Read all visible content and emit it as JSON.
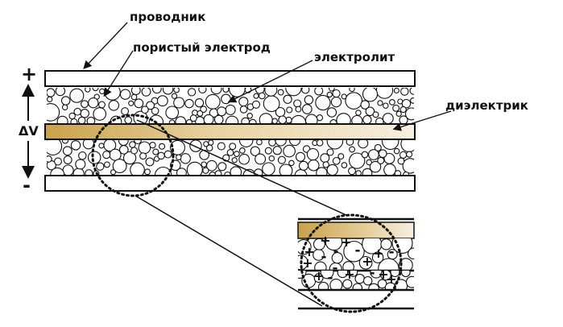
{
  "labels": {
    "conductor": "проводник",
    "porous_electrode": "пористый электрод",
    "electrolyte": "электролит",
    "dielectric": "диэлектрик",
    "plus": "+",
    "minus": "-",
    "delta_v": "ΔV"
  },
  "zoom_charges": [
    "+",
    "+",
    "-",
    "+",
    "-",
    "+",
    "-",
    "+",
    "-",
    "+",
    "-",
    "+",
    "+",
    "-",
    "+",
    "-",
    "+"
  ],
  "colors": {
    "ink": "#111111",
    "dielectric_dark": "#c9a14a",
    "dielectric_light": "#f4ead4",
    "particle_fill": "#ffffff"
  }
}
